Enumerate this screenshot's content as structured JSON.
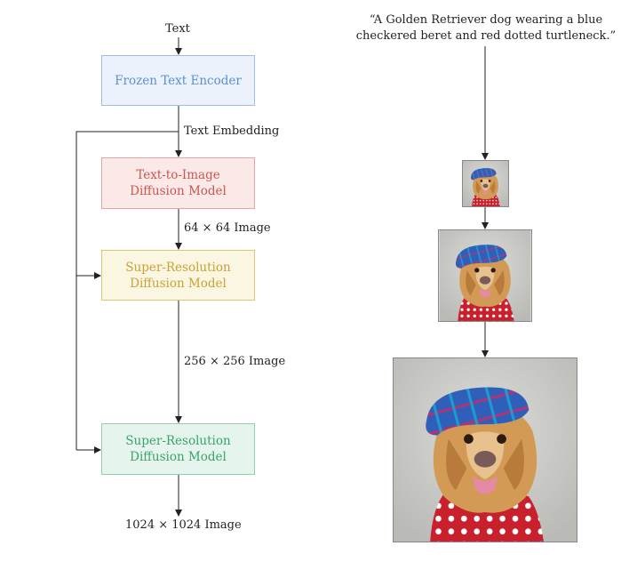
{
  "pipeline": {
    "input_label": "Text",
    "boxes": [
      {
        "lines": [
          "Frozen Text Encoder"
        ],
        "color": "#5b8fd0"
      },
      {
        "lines": [
          "Text-to-Image",
          "Diffusion Model"
        ],
        "color": "#c9574e"
      },
      {
        "lines": [
          "Super-Resolution",
          "Diffusion Model"
        ],
        "color": "#c9a135"
      },
      {
        "lines": [
          "Super-Resolution",
          "Diffusion Model"
        ],
        "color": "#3aa36a"
      }
    ],
    "edge_labels": {
      "embedding": "Text Embedding",
      "img64": "64 × 64 Image",
      "img256": "256 × 256 Image",
      "output": "1024 × 1024 Image"
    }
  },
  "example": {
    "prompt_line1": "“A Golden Retriever dog wearing a blue",
    "prompt_line2": "checkered beret and red dotted turtleneck.”",
    "images": [
      {
        "name": "dog-64",
        "description": "Golden retriever in blue beret, 64x64"
      },
      {
        "name": "dog-256",
        "description": "Golden retriever in blue beret, 256x256"
      },
      {
        "name": "dog-1024",
        "description": "Golden retriever in blue beret, 1024x1024"
      }
    ]
  }
}
